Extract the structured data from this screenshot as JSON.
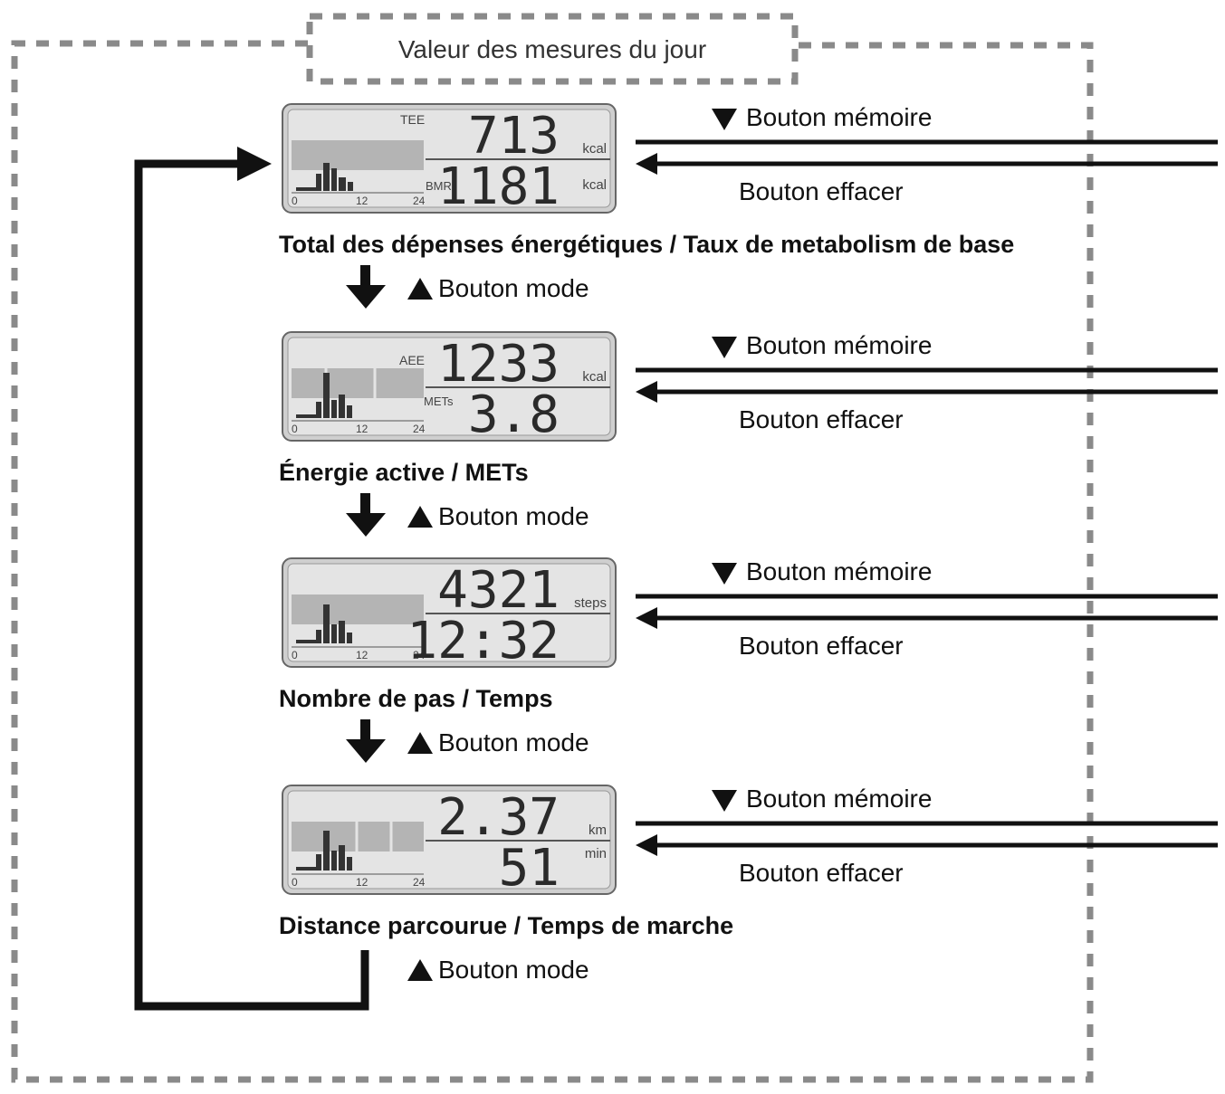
{
  "header": {
    "title": "Valeur des mesures du jour"
  },
  "labels": {
    "memory": "Bouton mémoire",
    "clear": "Bouton effacer",
    "mode": "Bouton mode"
  },
  "axis_ticks": [
    "0",
    "12",
    "24"
  ],
  "screens": [
    {
      "caption": "Total des dépenses énergétiques / Taux de metabolism de base",
      "top": {
        "tag": "TEE",
        "value": "713",
        "unit": "kcal"
      },
      "bottom": {
        "tag": "BMR",
        "value": "1181",
        "unit": "kcal"
      }
    },
    {
      "caption": "Énergie active / METs",
      "top": {
        "tag": "AEE",
        "value": "1233",
        "unit": "kcal"
      },
      "bottom": {
        "tag": "METs",
        "value": "3.8",
        "unit": ""
      }
    },
    {
      "caption": "Nombre de pas / Temps",
      "top": {
        "tag": "",
        "value": "4321",
        "unit": "steps"
      },
      "bottom": {
        "tag": "",
        "value": "12:32",
        "unit": ""
      }
    },
    {
      "caption": "Distance parcourue / Temps de marche",
      "top": {
        "tag": "",
        "value": "2.37",
        "unit": "km"
      },
      "bottom": {
        "tag": "",
        "value": "51",
        "unit": "min"
      }
    }
  ]
}
